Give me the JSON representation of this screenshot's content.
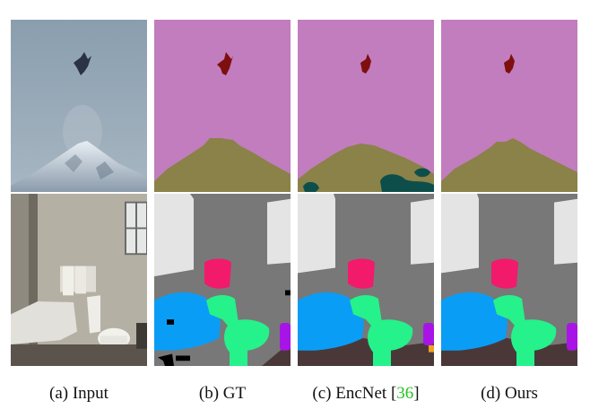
{
  "captions": {
    "input": "(a) Input",
    "gt": "(b) GT",
    "encnet_prefix": "(c) EncNet [",
    "encnet_ref": "36",
    "encnet_suffix": "]",
    "ours": "(d) Ours"
  },
  "rows": [
    "airplane over mountain",
    "bathroom scene"
  ],
  "colors": {
    "sky": "#c17dbe",
    "mountain": "#8a8248",
    "airplane": "#7e0f0f",
    "tree": "#0d4e4a",
    "wall": "#787878",
    "window": "#e4e4e4",
    "towel": "#f21a6b",
    "sink": "#0a9df5",
    "toilet": "#25f28a",
    "bathtub": "#a914e6",
    "floor": "#4a3838",
    "misc": "#000000",
    "orange": "#f0a020"
  }
}
